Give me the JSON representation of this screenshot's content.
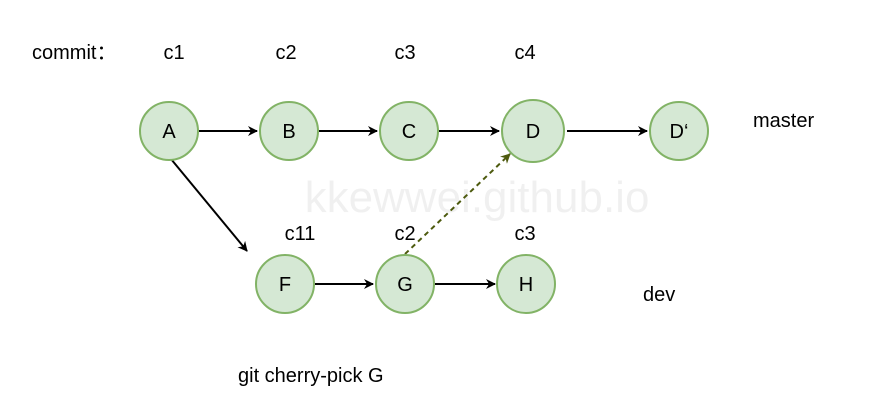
{
  "header": {
    "commit_prefix": "commit："
  },
  "commit_labels_top": [
    "c1",
    "c2",
    "c3",
    "c4"
  ],
  "commit_labels_bottom": [
    "c11",
    "c2",
    "c3"
  ],
  "nodes": {
    "A": "A",
    "B": "B",
    "C": "C",
    "D": "D",
    "Dp": "D‘",
    "F": "F",
    "G": "G",
    "H": "H"
  },
  "branches": {
    "master": "master",
    "dev": "dev"
  },
  "caption": "git cherry-pick G",
  "watermark": "kkewwei.github.io",
  "colors": {
    "node_fill": "#d5e8d4",
    "node_stroke": "#82b366",
    "edge": "#000000",
    "cherry_pick_edge": "#4d5a0e"
  }
}
